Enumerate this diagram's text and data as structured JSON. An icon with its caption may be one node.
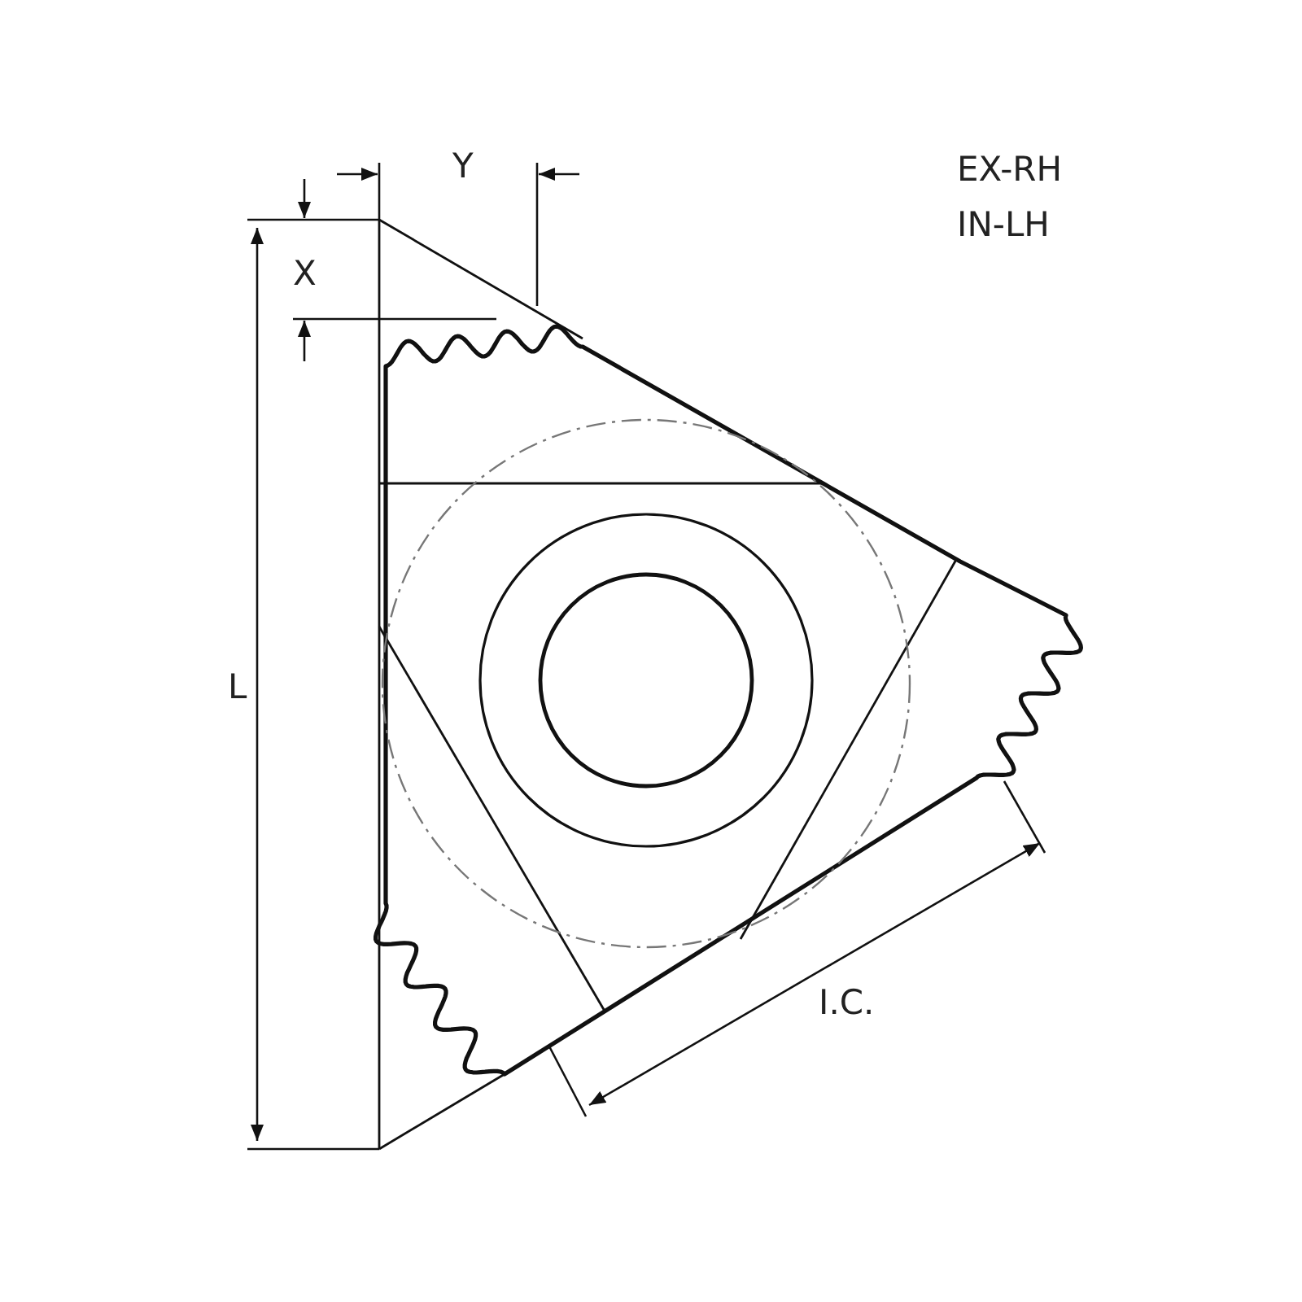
{
  "diagram": {
    "labels": [
      "EX-RH",
      "IN-LH",
      "Y",
      "X",
      "L",
      "I.C."
    ]
  }
}
